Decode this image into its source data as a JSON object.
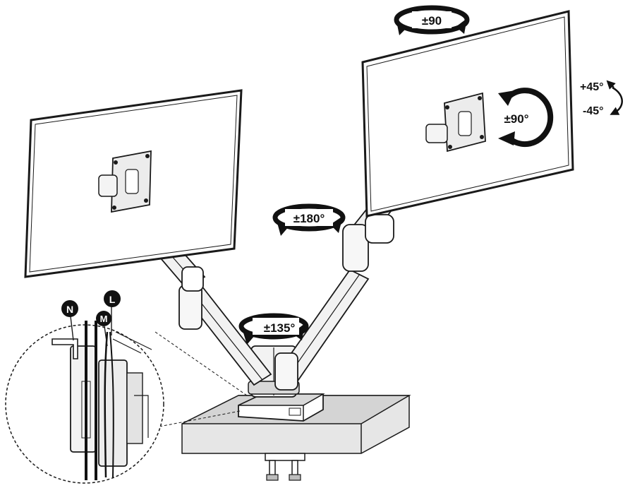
{
  "rotation_labels": {
    "top_monitor_swivel": "±90",
    "tilt_up": "+45°",
    "tilt_down": "-45°",
    "portrait_rotation": "±90°",
    "arm_swivel": "±180°",
    "base_swivel": "±135°"
  },
  "callouts": {
    "n": "N",
    "l": "L",
    "m": "M"
  },
  "colors": {
    "line": "#1a1a1a",
    "screen": "#ffffff",
    "shade": "#cfcfcf",
    "desk": "#e6e6e6",
    "callout_fill": "#111111"
  }
}
